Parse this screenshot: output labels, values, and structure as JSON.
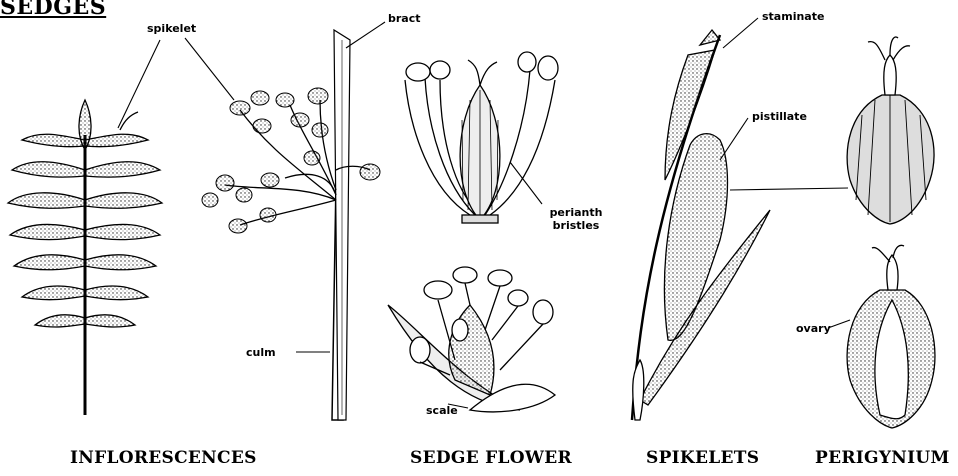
{
  "title": "SEDGES",
  "labels": {
    "spikelet": "spikelet",
    "bract": "bract",
    "culm": "culm",
    "perianth_bristles": "perianth bristles",
    "scale": "scale",
    "staminate": "staminate",
    "pistillate": "pistillate",
    "ovary": "ovary"
  },
  "captions": {
    "inflorescences": "INFLORESCENCES",
    "sedge_flower": "SEDGE FLOWER",
    "spikelets": "SPIKELETS",
    "perigynium": "PERIGYNIUM"
  }
}
